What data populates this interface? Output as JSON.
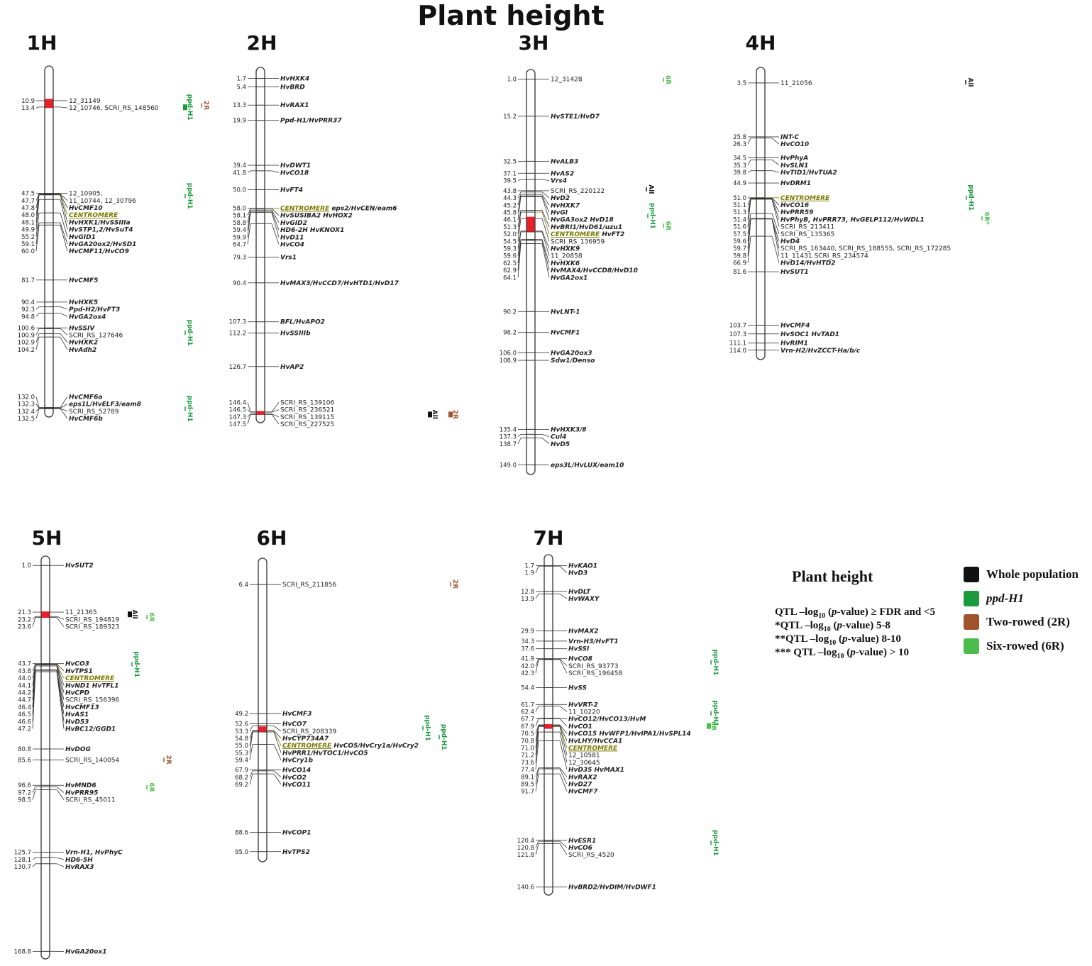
{
  "title": "Plant height",
  "colors": {
    "whole": "#111111",
    "ppd": "#1a9a3c",
    "twoR": "#a0522d",
    "sixR": "#4cbc4c",
    "centromere": "#7a7a00",
    "qtlRed": "#e8202a"
  },
  "legend": {
    "title": "Plant height",
    "thresholds": [
      {
        "prefix": "QTL –log",
        "sub": "10",
        "suffix": " (p-value) ≥ FDR and <5"
      },
      {
        "prefix": "*QTL –log",
        "sub": "10",
        "suffix": " (p-value)  5-8"
      },
      {
        "prefix": "**QTL –log",
        "sub": "10",
        "suffix": " (p-value) 8-10"
      },
      {
        "prefix": "*** QTL –log",
        "sub": "10",
        "suffix": " (p-value) > 10"
      }
    ],
    "items": [
      {
        "label": "Whole population",
        "color": "#111111",
        "italic": false
      },
      {
        "label": "ppd-H1",
        "color": "#1a9a3c",
        "italic": true
      },
      {
        "label": "Two-rowed (2R)",
        "color": "#a0522d",
        "italic": false
      },
      {
        "label": "Six-rowed (6R)",
        "color": "#4cbc4c",
        "italic": false
      }
    ]
  },
  "chromosomes": [
    {
      "name": "1H",
      "markers": [
        {
          "pos": "10.9",
          "label": "12_31149"
        },
        {
          "pos": "13.4",
          "label": "12_10746, SCRI_RS_148560"
        },
        {
          "pos": "47.5",
          "label": "12_10905,"
        },
        {
          "pos": "47.7",
          "label": "11_10744, 12_30796"
        },
        {
          "pos": "47.8",
          "label": "HvCMF10",
          "gene": true
        },
        {
          "pos": "48.0",
          "label": "CENTROMERE",
          "cen": true
        },
        {
          "pos": "48.1",
          "label": "HvHXK1/HvSSIIIa",
          "gene": true
        },
        {
          "pos": "49.9",
          "label": "HvSTP1,2/HvSuT4",
          "gene": true
        },
        {
          "pos": "55.2",
          "label": "HvGID1",
          "gene": true
        },
        {
          "pos": "59.1",
          "label": "HvGA20ox2/HvSD1",
          "gene": true
        },
        {
          "pos": "60.0",
          "label": "HvCMF11/HvCO9",
          "gene": true
        },
        {
          "pos": "81.7",
          "label": "HvCMF5",
          "gene": true
        },
        {
          "pos": "90.4",
          "label": "HvHXK5",
          "gene": true
        },
        {
          "pos": "92.3",
          "label": "Ppd-H2/HvFT3",
          "gene": true
        },
        {
          "pos": "94.8",
          "label": "HvGA2ox4",
          "gene": true
        },
        {
          "pos": "100.6",
          "label": "HvSSIV",
          "gene": true
        },
        {
          "pos": "100.9",
          "label": "SCRI_RS_127646"
        },
        {
          "pos": "102.9",
          "label": "HvHXK2",
          "gene": true
        },
        {
          "pos": "104.2",
          "label": "HvAdh2",
          "gene": true
        },
        {
          "pos": "132.0",
          "label": "HvCMF6a",
          "gene": true
        },
        {
          "pos": "132.3",
          "label": "eps1L/HvELF3/eam8",
          "gene": true
        },
        {
          "pos": "132.4",
          "label": "SCRI_RS_52789"
        },
        {
          "pos": "132.5",
          "label": "HvCMF6b",
          "gene": true
        }
      ]
    },
    {
      "name": "2H",
      "markers": [
        {
          "pos": "1.7",
          "label": "HvHXK4",
          "gene": true
        },
        {
          "pos": "5.4",
          "label": "HvBRD",
          "gene": true
        },
        {
          "pos": "13.3",
          "label": "HvRAX1",
          "gene": true
        },
        {
          "pos": "19.9",
          "label": "Ppd-H1/HvPRR37",
          "gene": true
        },
        {
          "pos": "39.4",
          "label": "HvDWT1",
          "gene": true
        },
        {
          "pos": "41.8",
          "label": "HvCO18",
          "gene": true
        },
        {
          "pos": "50.0",
          "label": "HvFT4",
          "gene": true
        },
        {
          "pos": "58.0",
          "label": "CENTROMERE",
          "extra": " eps2/HvCEN/eam6",
          "cen": true
        },
        {
          "pos": "58.1",
          "label": "HvSUSIBA2 HvHOX2",
          "gene": true
        },
        {
          "pos": "58.8",
          "label": "HvGID2",
          "gene": true
        },
        {
          "pos": "59.4",
          "label": "HD6-2H HvKNOX1",
          "gene": true
        },
        {
          "pos": "59.9",
          "label": "HvD11",
          "gene": true
        },
        {
          "pos": "64.7",
          "label": "HvCO4",
          "gene": true
        },
        {
          "pos": "79.3",
          "label": "Vrs1",
          "gene": true
        },
        {
          "pos": "90.4",
          "label": "HvMAX3/HvCCD7/HvHTD1/HvD17",
          "gene": true
        },
        {
          "pos": "107.3",
          "label": "BFL/HvAPO2",
          "gene": true
        },
        {
          "pos": "112.2",
          "label": "HvSSIIIb",
          "gene": true
        },
        {
          "pos": "126.7",
          "label": "HvAP2",
          "gene": true
        },
        {
          "pos": "146.4",
          "label": "SCRI_RS_139106"
        },
        {
          "pos": "146.5",
          "label": "SCRI_RS_236521"
        },
        {
          "pos": "147.3",
          "label": "SCRI_RS_139115"
        },
        {
          "pos": "147.5",
          "label": "SCRI_RS_227525"
        }
      ]
    },
    {
      "name": "3H",
      "markers": [
        {
          "pos": "1.0",
          "label": "12_31428"
        },
        {
          "pos": "15.2",
          "label": "HvSTE1/HvD7",
          "gene": true
        },
        {
          "pos": "32.5",
          "label": "HvALB3",
          "gene": true
        },
        {
          "pos": "37.1",
          "label": "HvAS2",
          "gene": true
        },
        {
          "pos": "39.5",
          "label": "Vrs4",
          "gene": true
        },
        {
          "pos": "43.8",
          "label": "SCRI_RS_220122"
        },
        {
          "pos": "44.3",
          "label": "HvD2",
          "gene": true
        },
        {
          "pos": "45.2",
          "label": "HvHXK7",
          "gene": true
        },
        {
          "pos": "45.8",
          "label": "HvGI",
          "gene": true
        },
        {
          "pos": "46.1",
          "label": "HvGA3ox2 HvD18",
          "gene": true
        },
        {
          "pos": "51.3",
          "label": "HvBRI1/HvD61/uzu1",
          "gene": true
        },
        {
          "pos": "52.0",
          "label": "CENTROMERE",
          "extra": " HvFT2",
          "cen": true
        },
        {
          "pos": "54.5",
          "label": "SCRI_RS_136959"
        },
        {
          "pos": "59.3",
          "label": "HvHXK9",
          "gene": true
        },
        {
          "pos": "59.6",
          "label": "11_20858"
        },
        {
          "pos": "62.5",
          "label": "HvHXK6",
          "gene": true
        },
        {
          "pos": "62.9",
          "label": "HvMAX4/HvCCD8/HvD10",
          "gene": true
        },
        {
          "pos": "64.1",
          "label": "HvGA2ox1",
          "gene": true
        },
        {
          "pos": "90.2",
          "label": "HvLNT-1",
          "gene": true
        },
        {
          "pos": "98.2",
          "label": "HvCMF1",
          "gene": true
        },
        {
          "pos": "106.0",
          "label": "HvGA20ox3",
          "gene": true
        },
        {
          "pos": "108.9",
          "label": "Sdw1/Denso",
          "gene": true
        },
        {
          "pos": "135.4",
          "label": "HvHXK3/8",
          "gene": true
        },
        {
          "pos": "137.3",
          "label": "Cul4",
          "gene": true
        },
        {
          "pos": "138.7",
          "label": "HvD5",
          "gene": true
        },
        {
          "pos": "149.0",
          "label": "eps3L/HvLUX/eam10",
          "gene": true
        }
      ]
    },
    {
      "name": "4H",
      "markers": [
        {
          "pos": "3.5",
          "label": "11_21056"
        },
        {
          "pos": "25.8",
          "label": "INT-C",
          "gene": true
        },
        {
          "pos": "26.3",
          "label": "HvCO10",
          "gene": true
        },
        {
          "pos": "34.5",
          "label": "HvPhyA",
          "gene": true
        },
        {
          "pos": "35.3",
          "label": "HvSLN1",
          "gene": true
        },
        {
          "pos": "39.8",
          "label": "HvTID1/HvTUA2",
          "gene": true
        },
        {
          "pos": "44.9",
          "label": "HvDRM1",
          "gene": true
        },
        {
          "pos": "51.0",
          "label": "CENTROMERE",
          "cen": true
        },
        {
          "pos": "51.1",
          "label": "HvCO16",
          "gene": true
        },
        {
          "pos": "51.3",
          "label": "HvPRR59",
          "gene": true
        },
        {
          "pos": "51.4",
          "label": "HvPhyB, HvPRR73, HvGELP112/HvWDL1",
          "gene": true
        },
        {
          "pos": "51.6",
          "label": "SCRI_RS_213411"
        },
        {
          "pos": "57.5",
          "label": "SCRI_RS_135365"
        },
        {
          "pos": "59.6",
          "label": "HvD4",
          "gene": true
        },
        {
          "pos": "59.7",
          "label": "SCRI_RS_163440, SCRI_RS_188555, SCRI_RS_172285"
        },
        {
          "pos": "59.8",
          "label": "11_11431 SCRI_RS_234574"
        },
        {
          "pos": "66.9",
          "label": "HvD14/HvHTD2",
          "gene": true
        },
        {
          "pos": "81.6",
          "label": "HvSUT1",
          "gene": true
        },
        {
          "pos": "103.7",
          "label": "HvCMF4",
          "gene": true
        },
        {
          "pos": "107.3",
          "label": "HvSOC1 HvTAD1",
          "gene": true
        },
        {
          "pos": "111.1",
          "label": "HvRIM1",
          "gene": true
        },
        {
          "pos": "114.0",
          "label": "Vrn-H2/HvZCCT-Ha/b/c",
          "gene": true
        }
      ]
    },
    {
      "name": "5H",
      "markers": [
        {
          "pos": "1.0",
          "label": "HvSUT2",
          "gene": true
        },
        {
          "pos": "21.3",
          "label": "11_21365"
        },
        {
          "pos": "23.2",
          "label": "SCRI_RS_194819"
        },
        {
          "pos": "23.6",
          "label": "SCRI_RS_189323"
        },
        {
          "pos": "43.7",
          "label": "HvCO3",
          "gene": true
        },
        {
          "pos": "43.8",
          "label": "HvTPS1",
          "gene": true
        },
        {
          "pos": "44.0",
          "label": "CENTROMERE",
          "cen": true
        },
        {
          "pos": "44.1",
          "label": "HvND1 HvTFL1",
          "gene": true
        },
        {
          "pos": "44.2",
          "label": "HvCPD",
          "gene": true
        },
        {
          "pos": "44.7",
          "label": "SCRI_RS_156396"
        },
        {
          "pos": "46.4",
          "label": "HvCMF13",
          "gene": true
        },
        {
          "pos": "46.5",
          "label": "HvAS1",
          "gene": true
        },
        {
          "pos": "46.6",
          "label": "HvD53",
          "gene": true
        },
        {
          "pos": "47.2",
          "label": "HvBC12/GGD1",
          "gene": true
        },
        {
          "pos": "80.8",
          "label": "HvDOG",
          "gene": true
        },
        {
          "pos": "85.6",
          "label": "SCRI_RS_140054"
        },
        {
          "pos": "96.6",
          "label": "HvMND6",
          "gene": true
        },
        {
          "pos": "97.2",
          "label": "HvPRR95",
          "gene": true
        },
        {
          "pos": "98.5",
          "label": "SCRI_RS_45011"
        },
        {
          "pos": "125.7",
          "label": "Vrn-H1, HvPhyC",
          "gene": true
        },
        {
          "pos": "128.1",
          "label": "HD6-5H",
          "gene": true
        },
        {
          "pos": "130.7",
          "label": "HvRAX3",
          "gene": true
        },
        {
          "pos": "168.8",
          "label": "HvGA20ox1",
          "gene": true
        }
      ]
    },
    {
      "name": "6H",
      "markers": [
        {
          "pos": "6.4",
          "label": "SCRI_RS_211856"
        },
        {
          "pos": "49.2",
          "label": "HvCMF3",
          "gene": true
        },
        {
          "pos": "52.6",
          "label": "HvCO7",
          "gene": true
        },
        {
          "pos": "53.3",
          "label": "SCRI_RS_208339"
        },
        {
          "pos": "54.8",
          "label": "HvCYP734A7",
          "gene": true
        },
        {
          "pos": "55.0",
          "label": "CENTROMERE",
          "extra": " HvCO5/HvCry1a/HvCry2",
          "cen": true
        },
        {
          "pos": "55.3",
          "label": "HvPRR1/HvTOC1/HvCO5",
          "gene": true
        },
        {
          "pos": "59.4",
          "label": "HvCry1b",
          "gene": true
        },
        {
          "pos": "67.9",
          "label": "HvCO14",
          "gene": true
        },
        {
          "pos": "68.2",
          "label": "HvCO2",
          "gene": true
        },
        {
          "pos": "69.2",
          "label": "HvCO11",
          "gene": true
        },
        {
          "pos": "88.6",
          "label": "HvCOP1",
          "gene": true
        },
        {
          "pos": "95.0",
          "label": "HvTPS2",
          "gene": true
        }
      ]
    },
    {
      "name": "7H",
      "markers": [
        {
          "pos": "1.7",
          "label": "HvKAO1",
          "gene": true
        },
        {
          "pos": "1.9",
          "label": "HvD3",
          "gene": true
        },
        {
          "pos": "12.8",
          "label": "HvDLT",
          "gene": true
        },
        {
          "pos": "13.9",
          "label": "HvWAXY",
          "gene": true
        },
        {
          "pos": "29.9",
          "label": "HvMAX2",
          "gene": true
        },
        {
          "pos": "34.3",
          "label": "Vrn-H3/HvFT1",
          "gene": true
        },
        {
          "pos": "37.6",
          "label": "HvSSI",
          "gene": true
        },
        {
          "pos": "41.9",
          "label": "HvCO8",
          "gene": true
        },
        {
          "pos": "42.0",
          "label": "SCRI_RS_93773"
        },
        {
          "pos": "42.3",
          "label": "SCRI_RS_196458"
        },
        {
          "pos": "54.4",
          "label": "HvSS",
          "gene": true
        },
        {
          "pos": "61.7",
          "label": "HvVRT-2",
          "gene": true
        },
        {
          "pos": "62.4",
          "label": "11_10220"
        },
        {
          "pos": "67.7",
          "label": "HvCO12/HvCO13/HvM",
          "gene": true
        },
        {
          "pos": "67.9",
          "label": "HvCO1",
          "gene": true
        },
        {
          "pos": "70.5",
          "label": "HvCO15 HvWFP1/HvIPA1/HvSPL14",
          "gene": true
        },
        {
          "pos": "70.8",
          "label": "HvLHY/HvCCA1",
          "gene": true
        },
        {
          "pos": "71.0",
          "label": "CENTROMERE",
          "cen": true
        },
        {
          "pos": "71.2",
          "label": "12_10581"
        },
        {
          "pos": "73.6",
          "label": "12_30645"
        },
        {
          "pos": "77.4",
          "label": "HvD35 HvMAX1",
          "gene": true
        },
        {
          "pos": "89.1",
          "label": "HvRAX2",
          "gene": true
        },
        {
          "pos": "89.5",
          "label": "HvD27",
          "gene": true
        },
        {
          "pos": "91.7",
          "label": "HvCMF7",
          "gene": true
        },
        {
          "pos": "120.4",
          "label": "HvESR1",
          "gene": true
        },
        {
          "pos": "120.8",
          "label": "HvCO6",
          "gene": true
        },
        {
          "pos": "121.8",
          "label": "SCRI_RS_4520"
        },
        {
          "pos": "140.6",
          "label": "HvBRD2/HvDIM/HvDWF1",
          "gene": true
        }
      ]
    }
  ],
  "qtls": [
    {
      "chr": 0,
      "label": "ppd-H1",
      "color": "#1a9a3c",
      "from": 7.5,
      "to": 19.5,
      "box": true
    },
    {
      "chr": 0,
      "label": "2R",
      "color": "#a0522d",
      "from": 11.0,
      "to": 14.5
    },
    {
      "chr": 0,
      "label": "ppd-H1",
      "color": "#1a9a3c",
      "from": 43.0,
      "to": 54.0
    },
    {
      "chr": 0,
      "label": "ppd-H1",
      "color": "#1a9a3c",
      "from": 97.0,
      "to": 108.0
    },
    {
      "chr": 0,
      "label": "ppd-H1",
      "color": "#1a9a3c",
      "from": 127.0,
      "to": 138.0
    },
    {
      "chr": 1,
      "label": "All",
      "color": "#111111",
      "from": 145.0,
      "to": 150.0,
      "box": true
    },
    {
      "chr": 1,
      "label": "2R",
      "color": "#a0522d",
      "from": 145.0,
      "to": 150.0,
      "box": true
    },
    {
      "chr": 2,
      "label": "6R",
      "color": "#4cbc4c",
      "from": -2.0,
      "to": 4.5
    },
    {
      "chr": 2,
      "label": "All",
      "color": "#111111",
      "from": 40.5,
      "to": 46.0
    },
    {
      "chr": 2,
      "label": "ppd-H1",
      "color": "#1a9a3c",
      "from": 48.0,
      "to": 59.0
    },
    {
      "chr": 2,
      "label": "6R",
      "color": "#4cbc4c",
      "from": 54.0,
      "to": 60.5
    },
    {
      "chr": 3,
      "label": "All",
      "color": "#111111",
      "from": 0.5,
      "to": 6.0
    },
    {
      "chr": 3,
      "label": "ppd-H1",
      "color": "#1a9a3c",
      "from": 45.5,
      "to": 56.5
    },
    {
      "chr": 3,
      "label": "6R*",
      "color": "#4cbc4c",
      "from": 56.0,
      "to": 63.0
    },
    {
      "chr": 4,
      "label": "All",
      "color": "#111111",
      "from": 19.5,
      "to": 25.0,
      "box": true
    },
    {
      "chr": 4,
      "label": "6R",
      "color": "#4cbc4c",
      "from": 20.5,
      "to": 26.5
    },
    {
      "chr": 4,
      "label": "ppd-H1",
      "color": "#1a9a3c",
      "from": 38.5,
      "to": 49.5
    },
    {
      "chr": 4,
      "label": "2R",
      "color": "#a0522d",
      "from": 82.5,
      "to": 88.5
    },
    {
      "chr": 4,
      "label": "6R",
      "color": "#4cbc4c",
      "from": 94.5,
      "to": 100.5
    },
    {
      "chr": 5,
      "label": "2R",
      "color": "#a0522d",
      "from": 3.0,
      "to": 9.5
    },
    {
      "chr": 5,
      "label": "ppd-H1",
      "color": "#1a9a3c",
      "from": 48.5,
      "to": 59.5
    },
    {
      "chr": 5,
      "label": "ppd-H1",
      "color": "#1a9a3c",
      "from": 51.5,
      "to": 62.5
    },
    {
      "chr": 6,
      "label": "ppd-H1",
      "color": "#1a9a3c",
      "from": 38.0,
      "to": 49.0
    },
    {
      "chr": 6,
      "label": "ppd-H1",
      "color": "#1a9a3c",
      "from": 60.0,
      "to": 71.0
    },
    {
      "chr": 6,
      "label": "6R",
      "color": "#4cbc4c",
      "from": 68.0,
      "to": 74.0,
      "box": true
    },
    {
      "chr": 6,
      "label": "ppd-H1",
      "color": "#1a9a3c",
      "from": 116.0,
      "to": 127.0
    }
  ]
}
